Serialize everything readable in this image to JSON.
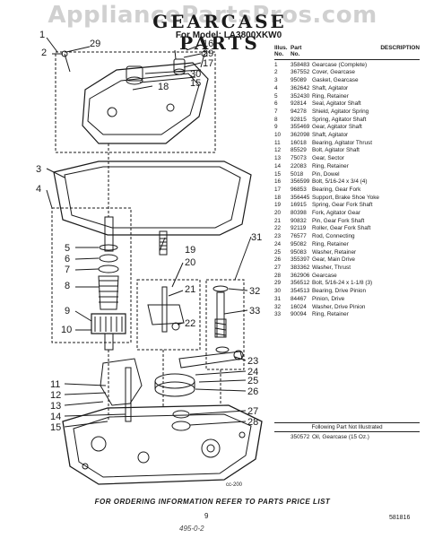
{
  "watermark": "AppliancePartsPros.com",
  "header": {
    "title": "GEARCASE PARTS",
    "subtitle": "For Model: LA3800XKW0"
  },
  "table": {
    "col_illus": "Illus. No.",
    "col_part": "Part No.",
    "col_desc": "DESCRIPTION",
    "rows": [
      {
        "illus": "1",
        "part": "358483",
        "desc": "Gearcase (Complete)"
      },
      {
        "illus": "2",
        "part": "367552",
        "desc": "Cover, Gearcase"
      },
      {
        "illus": "3",
        "part": "95089",
        "desc": "Gasket, Gearcase"
      },
      {
        "illus": "4",
        "part": "362642",
        "desc": "Shaft, Agitator"
      },
      {
        "illus": "5",
        "part": "352430",
        "desc": "Ring, Retainer"
      },
      {
        "illus": "6",
        "part": "92814",
        "desc": "Seal, Agitator Shaft"
      },
      {
        "illus": "7",
        "part": "94278",
        "desc": "Shield, Agitator Spring"
      },
      {
        "illus": "8",
        "part": "92815",
        "desc": "Spring, Agitator Shaft"
      },
      {
        "illus": "9",
        "part": "355469",
        "desc": "Gear, Agitator Shaft"
      },
      {
        "illus": "10",
        "part": "362098",
        "desc": "Shaft, Agitator"
      },
      {
        "illus": "11",
        "part": "16018",
        "desc": "Bearing, Agitator Thrust"
      },
      {
        "illus": "12",
        "part": "85529",
        "desc": "Bolt, Agitator Shaft"
      },
      {
        "illus": "13",
        "part": "75073",
        "desc": "Gear, Sector"
      },
      {
        "illus": "14",
        "part": "22083",
        "desc": "Ring, Retainer"
      },
      {
        "illus": "15",
        "part": "5018",
        "desc": "Pin, Dowel"
      },
      {
        "illus": "16",
        "part": "356599",
        "desc": "Bolt, 5/16-24 x 3/4 (4)"
      },
      {
        "illus": "17",
        "part": "96853",
        "desc": "Bearing, Gear Fork"
      },
      {
        "illus": "18",
        "part": "356445",
        "desc": "Support, Brake Shoe Yoke"
      },
      {
        "illus": "19",
        "part": "16915",
        "desc": "Spring, Gear Fork Shaft"
      },
      {
        "illus": "20",
        "part": "80398",
        "desc": "Fork, Agitator Gear"
      },
      {
        "illus": "21",
        "part": "90832",
        "desc": "Pin, Gear Fork Shaft"
      },
      {
        "illus": "22",
        "part": "92119",
        "desc": "Roller, Gear Fork Shaft"
      },
      {
        "illus": "23",
        "part": "76577",
        "desc": "Rod, Connecting"
      },
      {
        "illus": "24",
        "part": "95082",
        "desc": "Ring, Retainer"
      },
      {
        "illus": "25",
        "part": "95083",
        "desc": "Washer, Retainer"
      },
      {
        "illus": "26",
        "part": "355397",
        "desc": "Gear, Main Drive"
      },
      {
        "illus": "27",
        "part": "383362",
        "desc": "Washer, Thrust"
      },
      {
        "illus": "28",
        "part": "362906",
        "desc": "Gearcase"
      },
      {
        "illus": "29",
        "part": "356512",
        "desc": "Bolt, 5/16-24 x 1-1/8 (3)"
      },
      {
        "illus": "30",
        "part": "354513",
        "desc": "Bearing, Drive Pinion"
      },
      {
        "illus": "31",
        "part": "84467",
        "desc": "Pinion, Drive"
      },
      {
        "illus": "32",
        "part": "16024",
        "desc": "Washer, Drive Pinion"
      },
      {
        "illus": "33",
        "part": "90094",
        "desc": "Ring, Retainer"
      }
    ]
  },
  "following_note": "Following Part Not Illustrated",
  "extra_row": {
    "part": "350572",
    "desc": "Oil, Gearcase (15 Oz.)"
  },
  "diagram": {
    "code": "cc-200",
    "labels": [
      "1",
      "2",
      "3",
      "4",
      "5",
      "6",
      "7",
      "8",
      "9",
      "10",
      "11",
      "12",
      "13",
      "14",
      "15",
      "16",
      "17",
      "18",
      "19",
      "20",
      "21",
      "22",
      "23",
      "24",
      "25",
      "26",
      "27",
      "28",
      "29",
      "30",
      "31",
      "32",
      "33"
    ]
  },
  "footer": "FOR ORDERING INFORMATION REFER TO PARTS PRICE LIST",
  "page_number": "9",
  "doc_number": "581816",
  "handwriting": "495-0-2"
}
